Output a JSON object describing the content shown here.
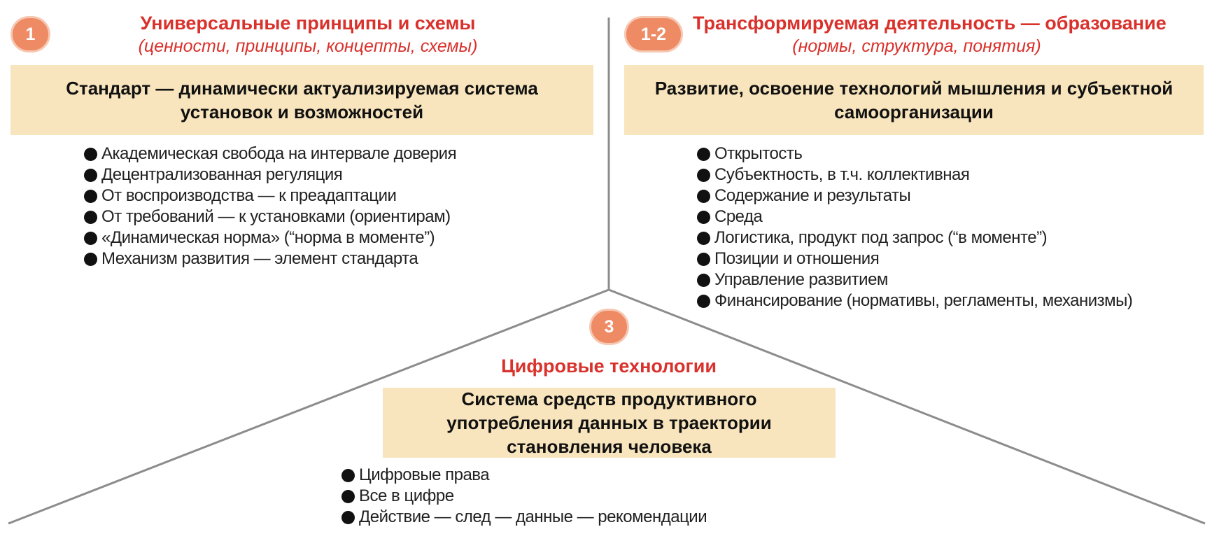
{
  "section1": {
    "badge": "1",
    "title": "Универсальные принципы и схемы",
    "subtitle": "(ценности, принципы, концепты, схемы)",
    "box_text": "Стандарт — динамически актуализируемая система установок и возможностей",
    "items": [
      "Академическая свобода на интервале доверия",
      "Децентрализованная регуляция",
      "От воспроизводства — к преадаптации",
      "От требований — к установками (ориентирам)",
      "«Динамическая норма» (“норма в моменте”)",
      "Механизм развития — элемент стандарта"
    ]
  },
  "section12": {
    "badge": "1-2",
    "title": "Трансформируемая деятельность — образование",
    "subtitle": "(нормы, структура, понятия)",
    "box_text": "Развитие, освоение технологий мышления и субъектной самоорганизации",
    "items": [
      "Открытость",
      "Субъектность, в т.ч. коллективная",
      "Содержание и результаты",
      "Среда",
      "Логистика, продукт под запрос (“в моменте”)",
      "Позиции и отношения",
      "Управление развитием",
      "Финансирование (нормативы, регламенты, механизмы)"
    ]
  },
  "section3": {
    "badge": "3",
    "title": "Цифровые технологии",
    "box_text": "Система средств продуктивного употребления данных в траектории становления человека",
    "items": [
      "Цифровые права",
      "Все в цифре",
      "Действие — след — данные — рекомендации"
    ]
  },
  "colors": {
    "heading_red": "#d9312b",
    "badge_orange": "#ee8a64",
    "box_beige": "#f8e5bd",
    "divider_gray": "#8c8c8c"
  }
}
